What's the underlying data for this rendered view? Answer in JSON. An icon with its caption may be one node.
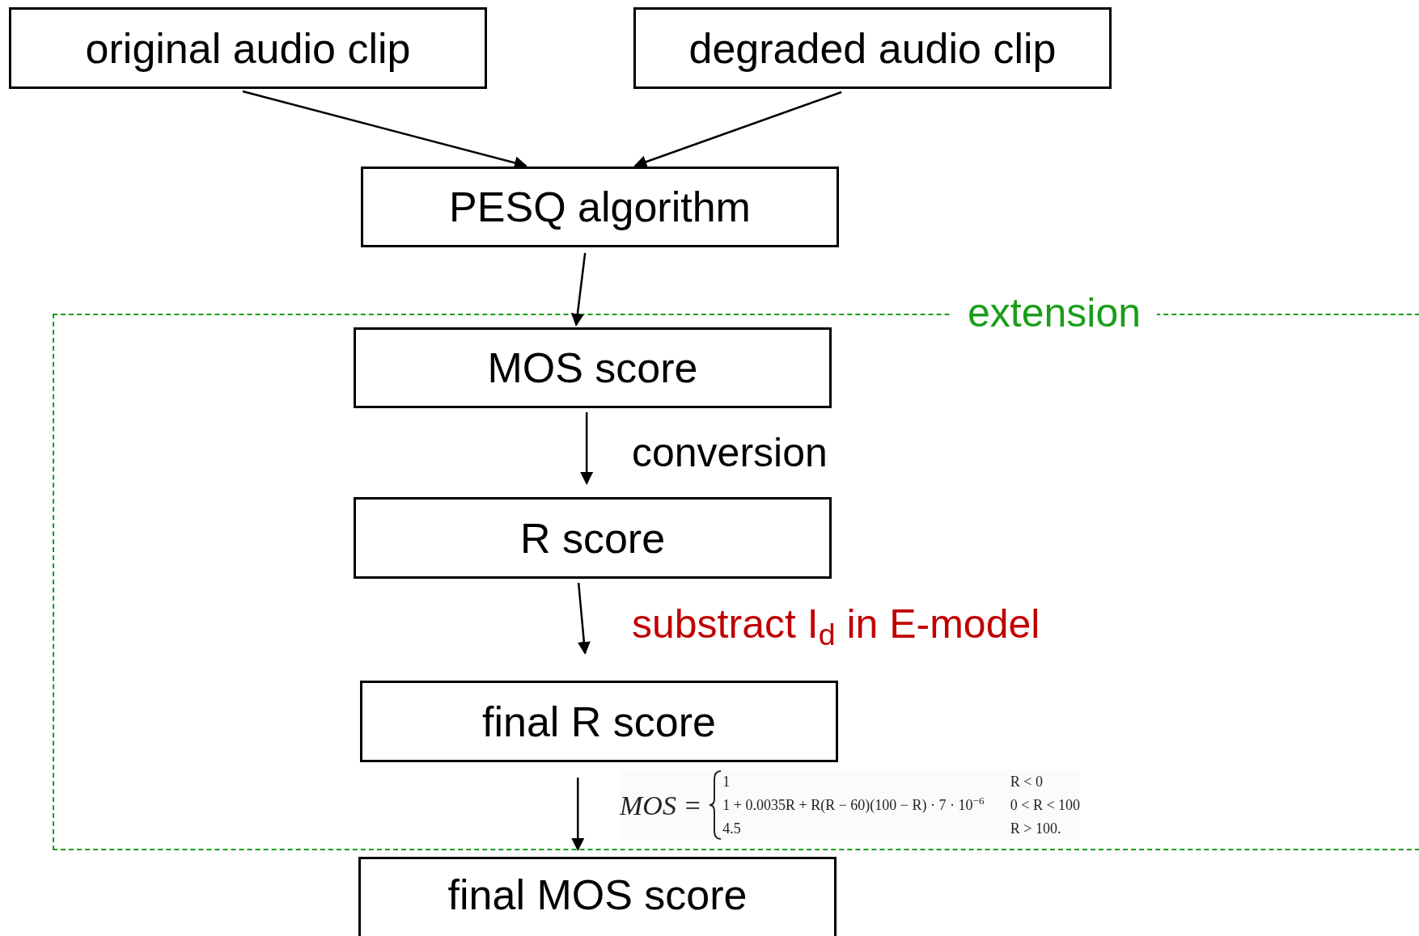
{
  "diagram": {
    "nodes": [
      {
        "text": [
          "original audio clip"
        ]
      },
      {
        "text": [
          "degraded audio clip"
        ]
      },
      {
        "text": [
          "PESQ algorithm"
        ]
      },
      {
        "text": [
          "extension"
        ]
      },
      {
        "text": [
          "MOS score"
        ],
        "in": 3
      },
      {
        "text": [
          "R score"
        ],
        "in": 3
      },
      {
        "text": [
          "final R score"
        ],
        "in": 3
      },
      {
        "text": [
          "final MOS score"
        ]
      }
    ],
    "edges": [
      {
        "from": 0,
        "to": 2,
        "arrow": "to"
      },
      {
        "from": 1,
        "to": 2,
        "arrow": "to"
      },
      {
        "from": 2,
        "to": 4,
        "arrow": "to"
      },
      {
        "from": 4,
        "to": 5,
        "arrow": "to",
        "label": "conversion"
      },
      {
        "from": 5,
        "to": 6,
        "arrow": "to",
        "label": "substract I$_{d}$ in E-model"
      },
      {
        "from": 6,
        "to": 7,
        "arrow": "to"
      }
    ],
    "labels": [
      "MOS =",
      "1",
      "1 + 0.0035R + R(R − 60)(100 − R) · 7 · 10$^{−6}$",
      "4.5",
      "R < 0",
      "0 < R < 100",
      "R > 100."
    ]
  }
}
